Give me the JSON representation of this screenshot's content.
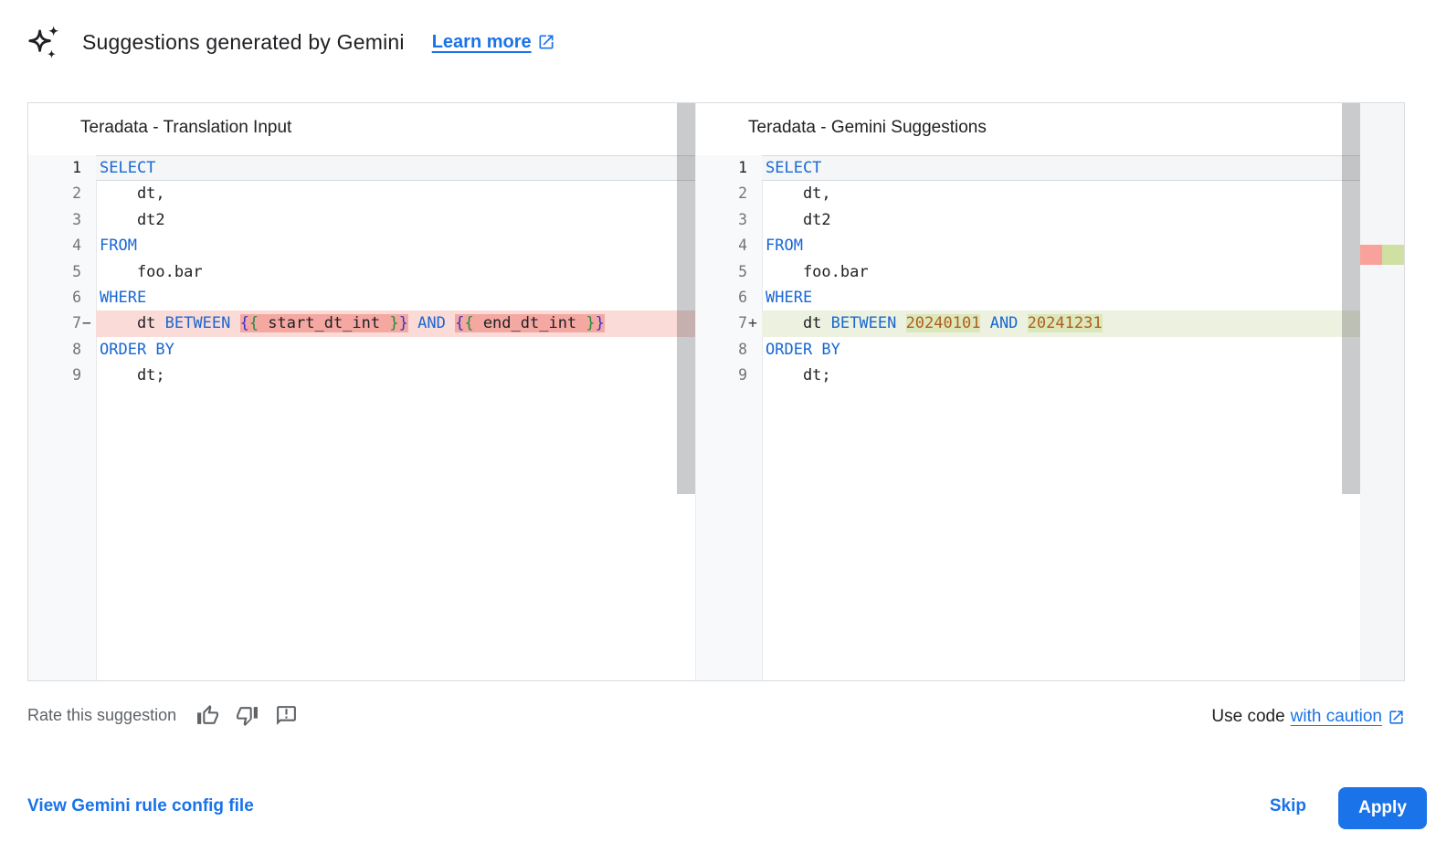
{
  "header": {
    "title": "Suggestions generated by Gemini",
    "learn_more_label": "Learn more"
  },
  "panels": [
    {
      "title": "Teradata - Translation Input",
      "lines": [
        {
          "num": "1",
          "sign": "",
          "state": "active",
          "tokens": [
            {
              "c": "kw",
              "t": "SELECT"
            }
          ]
        },
        {
          "num": "2",
          "sign": "",
          "state": "",
          "tokens": [
            {
              "c": "pl",
              "t": "    dt,"
            }
          ]
        },
        {
          "num": "3",
          "sign": "",
          "state": "",
          "tokens": [
            {
              "c": "pl",
              "t": "    dt2"
            }
          ]
        },
        {
          "num": "4",
          "sign": "",
          "state": "",
          "tokens": [
            {
              "c": "kw",
              "t": "FROM"
            }
          ]
        },
        {
          "num": "5",
          "sign": "",
          "state": "",
          "tokens": [
            {
              "c": "pl",
              "t": "    foo.bar"
            }
          ]
        },
        {
          "num": "6",
          "sign": "",
          "state": "",
          "tokens": [
            {
              "c": "kw",
              "t": "WHERE"
            }
          ]
        },
        {
          "num": "7",
          "sign": "−",
          "state": "removed",
          "tokens": [
            {
              "c": "pl",
              "t": "    dt "
            },
            {
              "c": "kw",
              "t": "BETWEEN"
            },
            {
              "c": "pl",
              "t": " "
            },
            {
              "chunk": [
                {
                  "c": "brb",
                  "t": "{"
                },
                {
                  "c": "brg",
                  "t": "{"
                },
                {
                  "c": "pl",
                  "t": " start_dt_int "
                },
                {
                  "c": "brg",
                  "t": "}"
                },
                {
                  "c": "brb",
                  "t": "}"
                }
              ]
            },
            {
              "c": "pl",
              "t": " "
            },
            {
              "c": "kw",
              "t": "AND"
            },
            {
              "c": "pl",
              "t": " "
            },
            {
              "chunk": [
                {
                  "c": "brb",
                  "t": "{"
                },
                {
                  "c": "brg",
                  "t": "{"
                },
                {
                  "c": "pl",
                  "t": " end_dt_int "
                },
                {
                  "c": "brg",
                  "t": "}"
                },
                {
                  "c": "brb",
                  "t": "}"
                }
              ]
            }
          ]
        },
        {
          "num": "8",
          "sign": "",
          "state": "",
          "tokens": [
            {
              "c": "kw",
              "t": "ORDER BY"
            }
          ]
        },
        {
          "num": "9",
          "sign": "",
          "state": "",
          "tokens": [
            {
              "c": "pl",
              "t": "    dt;"
            }
          ]
        }
      ]
    },
    {
      "title": "Teradata - Gemini Suggestions",
      "lines": [
        {
          "num": "1",
          "sign": "",
          "state": "active",
          "tokens": [
            {
              "c": "kw",
              "t": "SELECT"
            }
          ]
        },
        {
          "num": "2",
          "sign": "",
          "state": "",
          "tokens": [
            {
              "c": "pl",
              "t": "    dt,"
            }
          ]
        },
        {
          "num": "3",
          "sign": "",
          "state": "",
          "tokens": [
            {
              "c": "pl",
              "t": "    dt2"
            }
          ]
        },
        {
          "num": "4",
          "sign": "",
          "state": "",
          "tokens": [
            {
              "c": "kw",
              "t": "FROM"
            }
          ]
        },
        {
          "num": "5",
          "sign": "",
          "state": "",
          "tokens": [
            {
              "c": "pl",
              "t": "    foo.bar"
            }
          ]
        },
        {
          "num": "6",
          "sign": "",
          "state": "",
          "tokens": [
            {
              "c": "kw",
              "t": "WHERE"
            }
          ]
        },
        {
          "num": "7",
          "sign": "+",
          "state": "added",
          "tokens": [
            {
              "c": "pl",
              "t": "    dt "
            },
            {
              "c": "kw",
              "t": "BETWEEN"
            },
            {
              "c": "pl",
              "t": " "
            },
            {
              "chunk": [
                {
                  "c": "num",
                  "t": "20240101"
                }
              ]
            },
            {
              "c": "pl",
              "t": " "
            },
            {
              "c": "kw",
              "t": "AND"
            },
            {
              "c": "pl",
              "t": " "
            },
            {
              "chunk": [
                {
                  "c": "num",
                  "t": "20241231"
                }
              ]
            }
          ]
        },
        {
          "num": "8",
          "sign": "",
          "state": "",
          "tokens": [
            {
              "c": "kw",
              "t": "ORDER BY"
            }
          ]
        },
        {
          "num": "9",
          "sign": "",
          "state": "",
          "tokens": [
            {
              "c": "pl",
              "t": "    dt;"
            }
          ]
        }
      ]
    }
  ],
  "footer": {
    "rate_label": "Rate this suggestion",
    "use_code_prefix": "Use code",
    "use_code_link": "with caution"
  },
  "actions": {
    "view_config_label": "View Gemini rule config file",
    "skip_label": "Skip",
    "apply_label": "Apply"
  },
  "colors": {
    "accent_blue": "#1a73e8",
    "keyword_blue": "#1967d2",
    "removed_line_bg": "#fadbd7",
    "removed_chunk_bg": "#f5a8a1",
    "added_line_bg": "#edf2e0",
    "added_chunk_bg": "#dce7bc",
    "number_literal": "#b05e1a",
    "gutter_bg": "#f8f9fa",
    "ruler_removed_mark": "#f8a29b",
    "ruler_added_mark": "#cfe0a2"
  }
}
